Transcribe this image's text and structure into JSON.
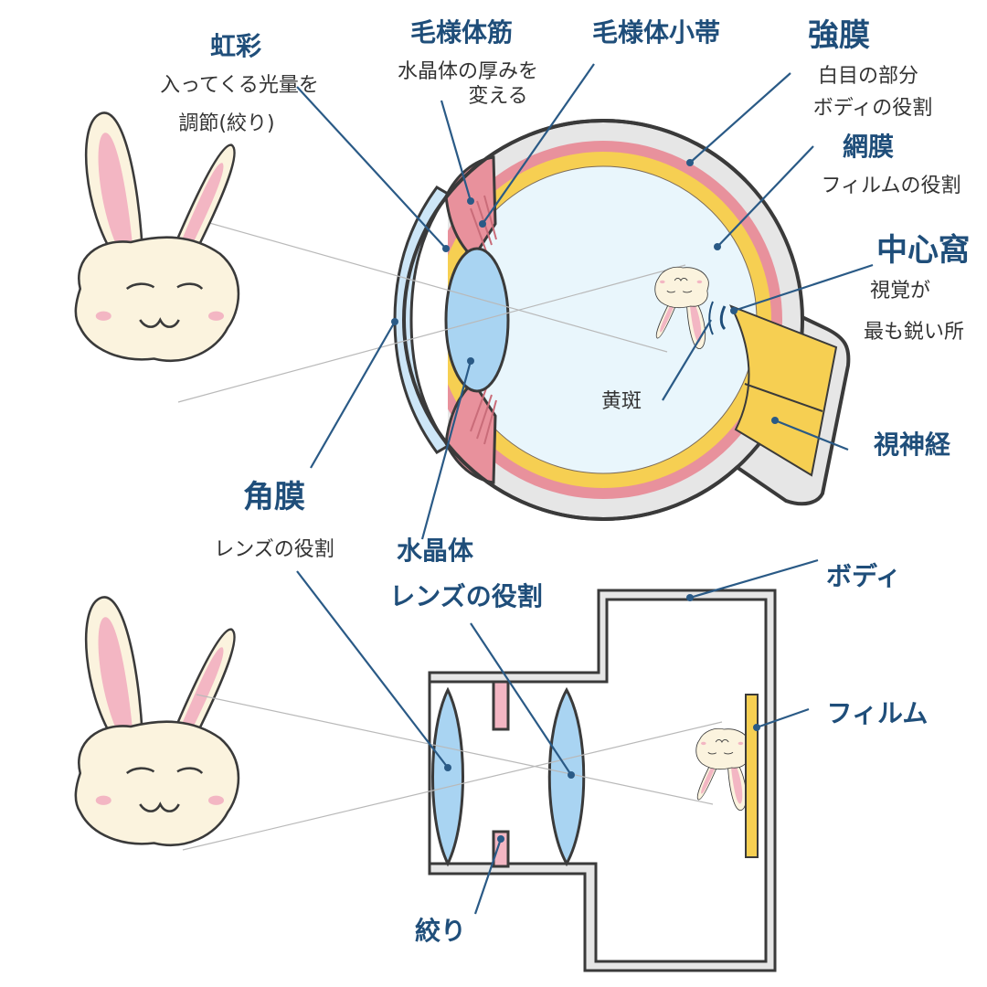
{
  "labels": {
    "iris": {
      "title": "虹彩",
      "desc": [
        "入ってくる光量を",
        "調節(絞り)"
      ]
    },
    "ciliary_muscle": {
      "title": "毛様体筋",
      "desc": [
        "水晶体の厚みを",
        "変える"
      ]
    },
    "zonule": {
      "title": "毛様体小帯"
    },
    "sclera": {
      "title": "強膜",
      "desc": [
        "白目の部分",
        "ボディの役割"
      ]
    },
    "retina": {
      "title": "網膜",
      "desc": [
        "フィルムの役割"
      ]
    },
    "fovea": {
      "title": "中心窩",
      "desc": [
        "視覚が",
        "最も鋭い所"
      ]
    },
    "macula": {
      "title": "黄斑"
    },
    "optic_nerve": {
      "title": "視神経"
    },
    "cornea": {
      "title": "角膜",
      "desc": [
        "レンズの役割"
      ]
    },
    "lens": {
      "title": "水晶体",
      "desc": [
        "レンズの役割"
      ]
    },
    "body": {
      "title": "ボディ"
    },
    "film": {
      "title": "フィルム"
    },
    "aperture": {
      "title": "絞り"
    }
  },
  "colors": {
    "sclera": "#e6e6e6",
    "choroid": "#e8919c",
    "retina": "#f6cf52",
    "vitreous": "#e9f6fc",
    "lens": "#a9d4f2",
    "cornea": "#cde6f7",
    "label_text": "#1f4e7a",
    "rabbit_fur": "#fbf3de",
    "rabbit_ear_inner": "#f3b6c3"
  }
}
